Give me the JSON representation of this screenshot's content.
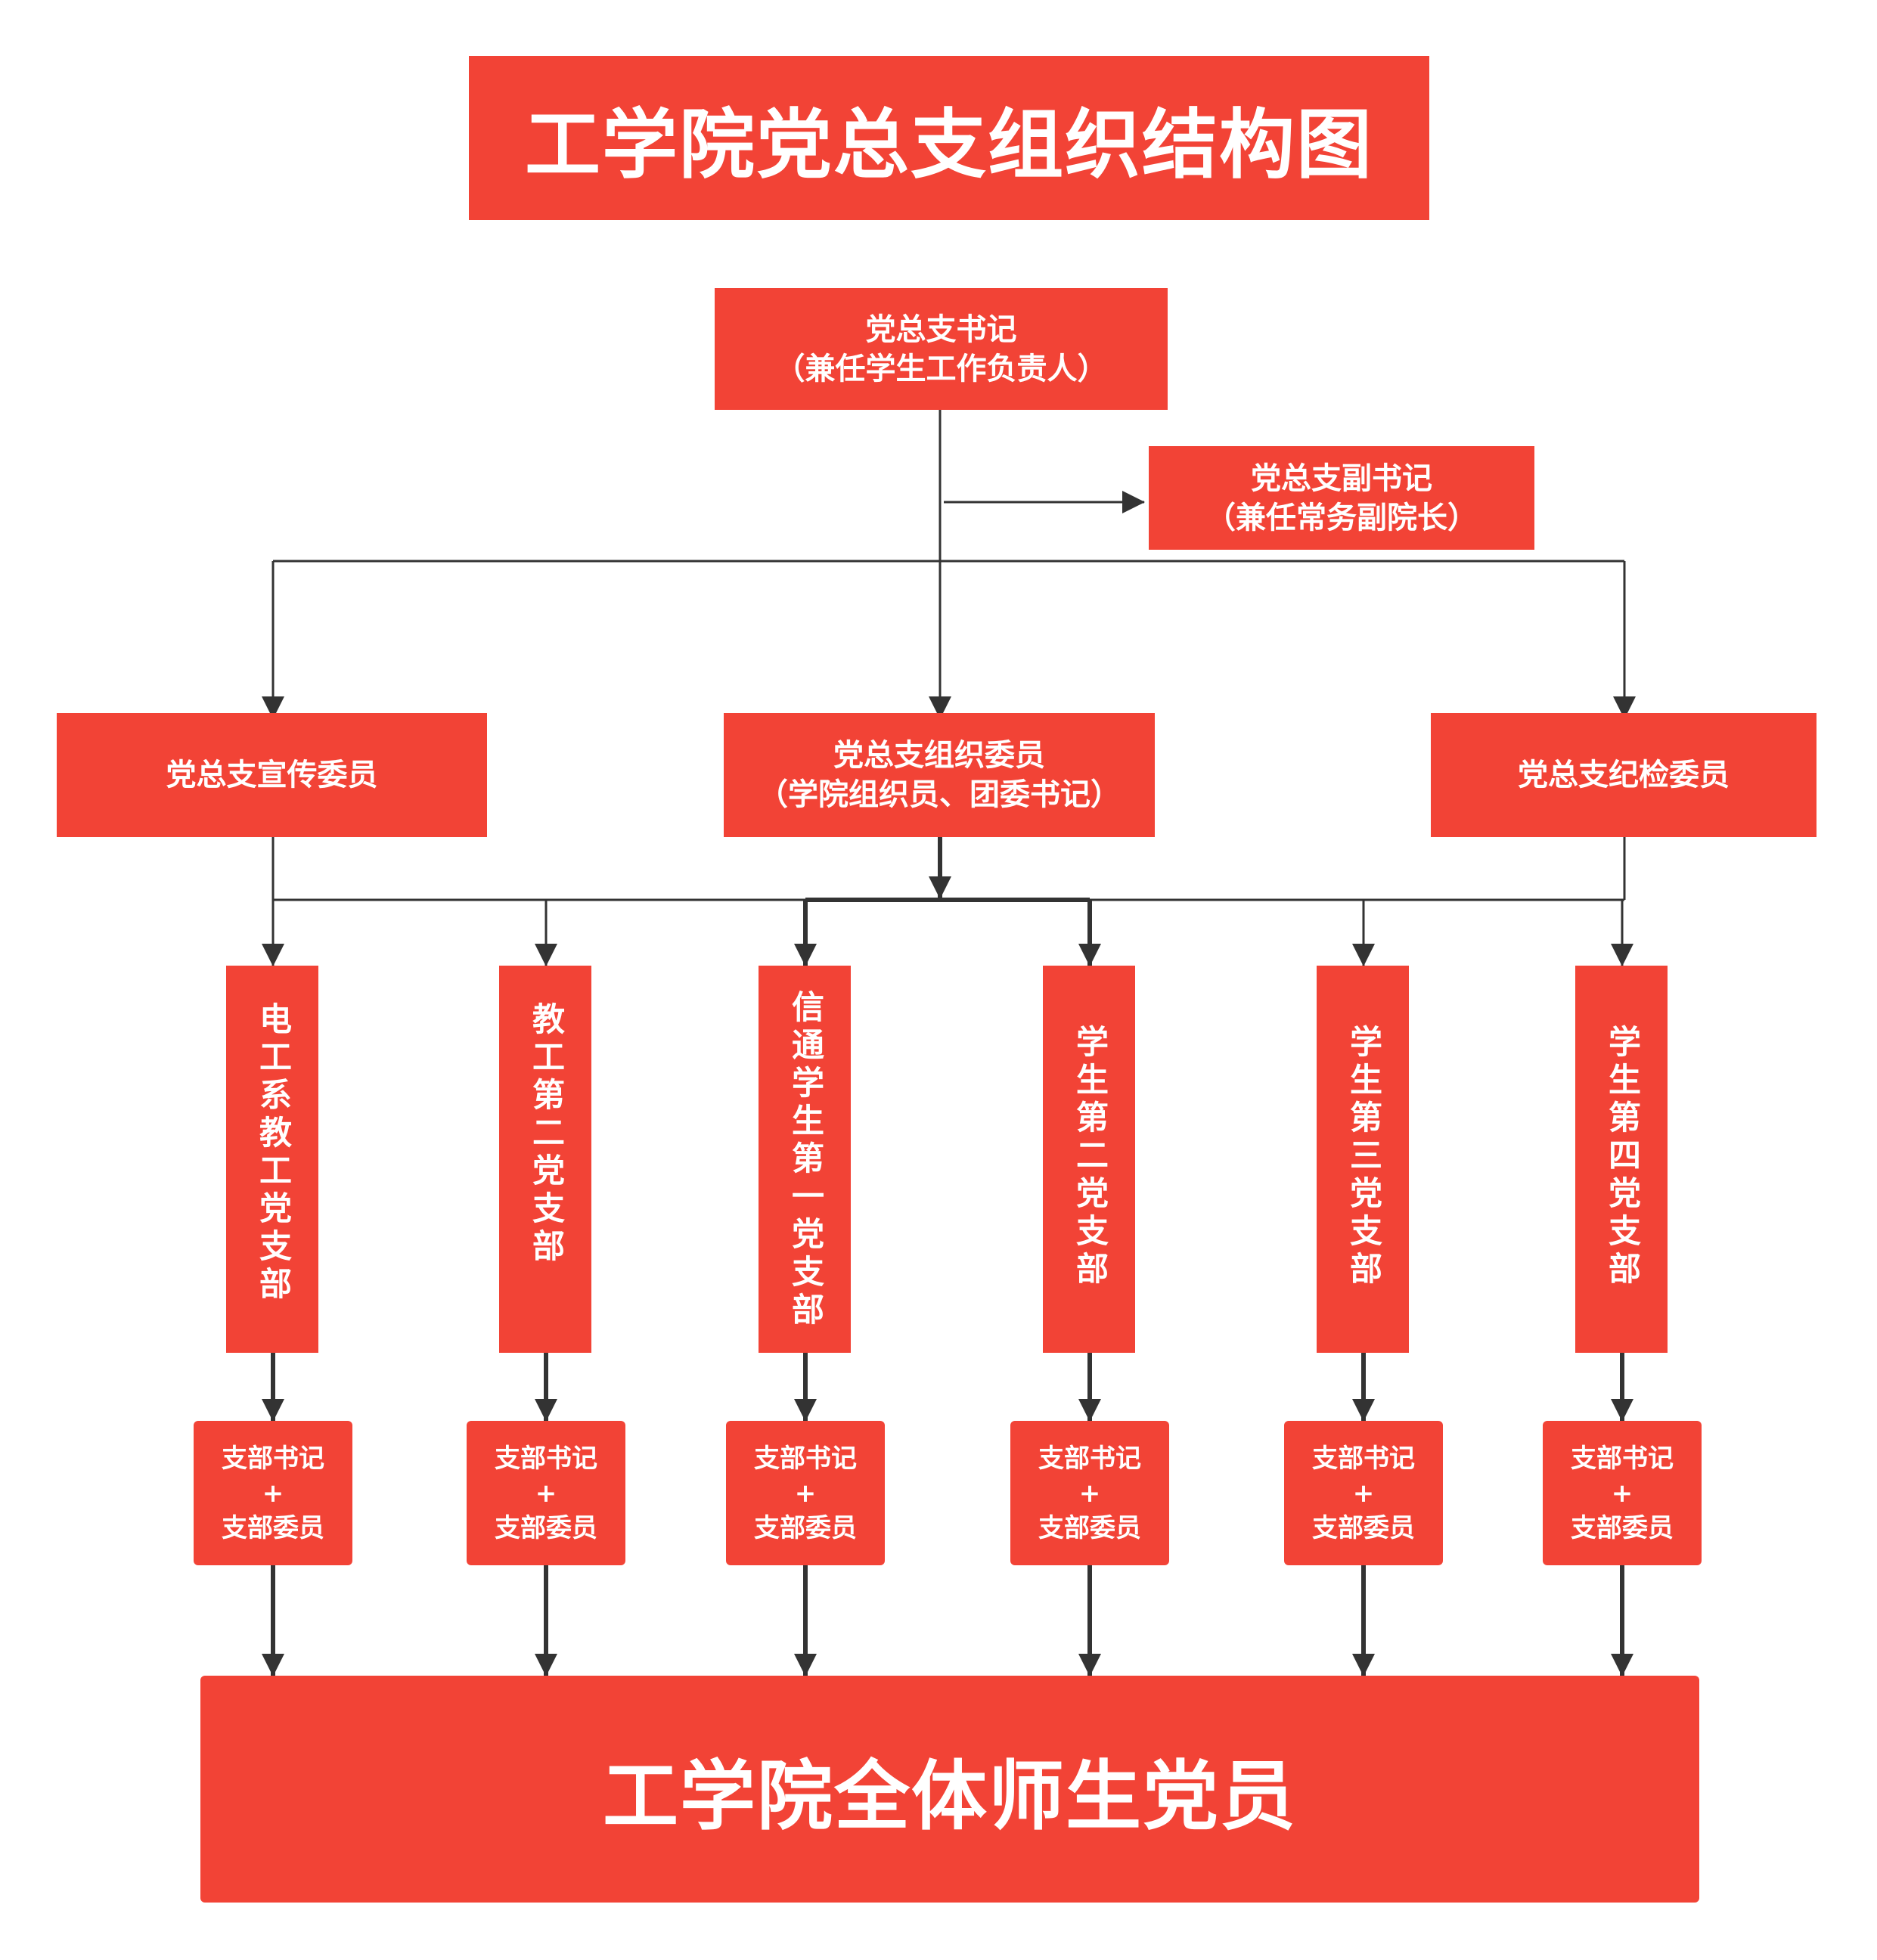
{
  "title": "工学院党总支组织结构图",
  "secretary": {
    "line1": "党总支书记",
    "line2": "（兼任学生工作负责人）"
  },
  "deputy_secretary": {
    "line1": "党总支副书记",
    "line2": "（兼任常务副院长）"
  },
  "committee_members": {
    "publicity": "党总支宣传委员",
    "organization_line1": "党总支组织委员",
    "organization_line2": "（学院组织员、团委书记）",
    "discipline": "党总支纪检委员"
  },
  "branches": [
    "电工系教工党支部",
    "教工第二党支部",
    "信通学生第一党支部",
    "学生第二党支部",
    "学生第三党支部",
    "学生第四党支部"
  ],
  "branch_committee": {
    "line1": "支部书记",
    "plus": "+",
    "line2": "支部委员"
  },
  "members": "工学院全体师生党员",
  "colors": {
    "box_fill": "#f24336",
    "text": "#ffffff",
    "connector": "#333333"
  }
}
